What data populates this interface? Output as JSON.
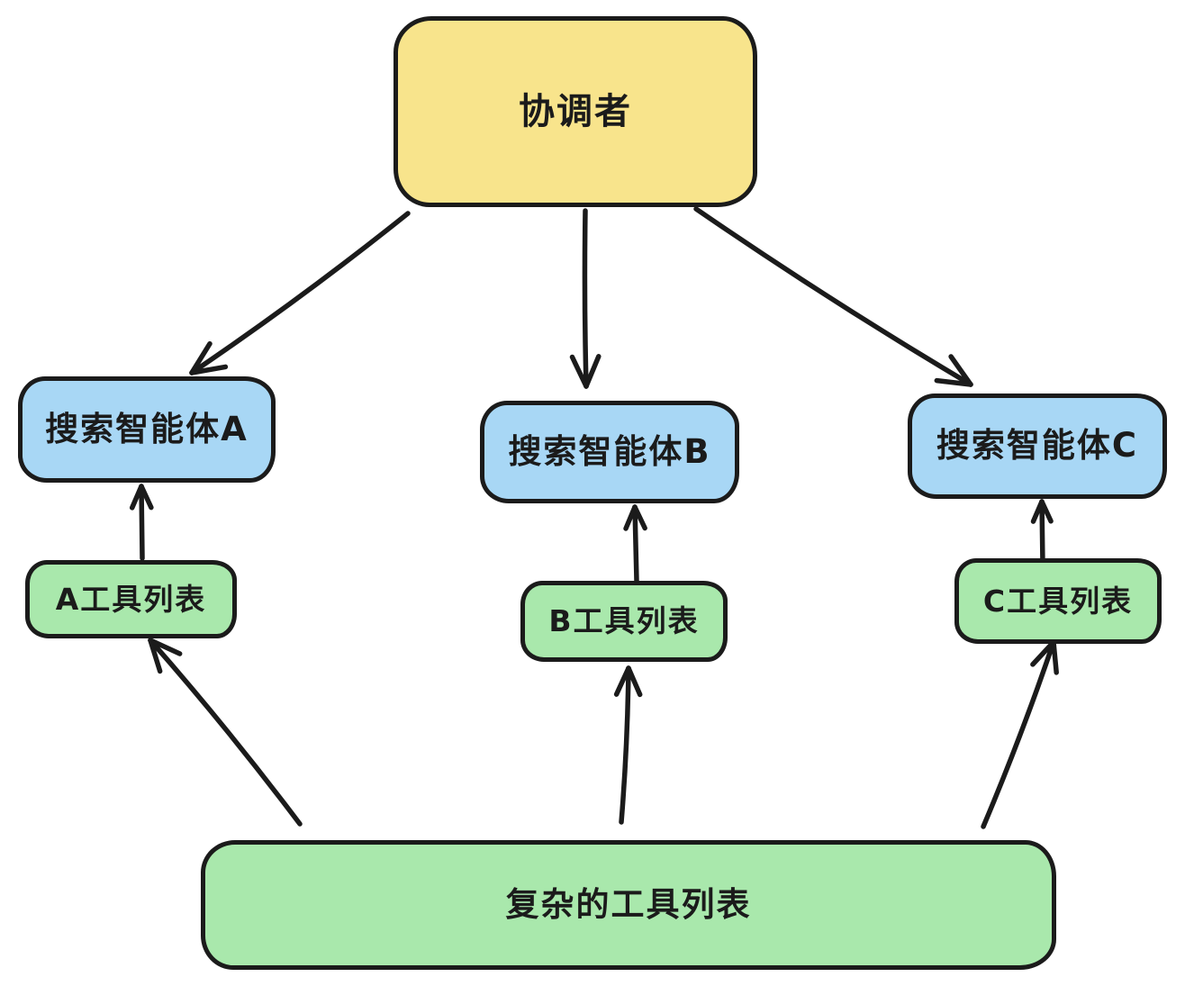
{
  "diagram": {
    "title": "multi-agent tool routing diagram",
    "colors": {
      "background": "#ffffff",
      "stroke": "#1b1b1b",
      "coordinator_fill": "#f8e48c",
      "agent_fill": "#a8d7f5",
      "tools_fill": "#a9e8ac"
    },
    "nodes": {
      "coordinator": {
        "label": "协调者",
        "fill": "#f8e48c"
      },
      "agent_a": {
        "label": "搜索智能体A",
        "fill": "#a8d7f5"
      },
      "agent_b": {
        "label": "搜索智能体B",
        "fill": "#a8d7f5"
      },
      "agent_c": {
        "label": "搜索智能体C",
        "fill": "#a8d7f5"
      },
      "tools_a": {
        "label": "A工具列表",
        "fill": "#a9e8ac"
      },
      "tools_b": {
        "label": "B工具列表",
        "fill": "#a9e8ac"
      },
      "tools_c": {
        "label": "C工具列表",
        "fill": "#a9e8ac"
      },
      "complex_tools": {
        "label": "复杂的工具列表",
        "fill": "#a9e8ac"
      }
    },
    "edges": [
      {
        "from": "coordinator",
        "to": "agent_a"
      },
      {
        "from": "coordinator",
        "to": "agent_b"
      },
      {
        "from": "coordinator",
        "to": "agent_c"
      },
      {
        "from": "tools_a",
        "to": "agent_a"
      },
      {
        "from": "tools_b",
        "to": "agent_b"
      },
      {
        "from": "tools_c",
        "to": "agent_c"
      },
      {
        "from": "complex_tools",
        "to": "tools_a"
      },
      {
        "from": "complex_tools",
        "to": "tools_b"
      },
      {
        "from": "complex_tools",
        "to": "tools_c"
      }
    ]
  }
}
